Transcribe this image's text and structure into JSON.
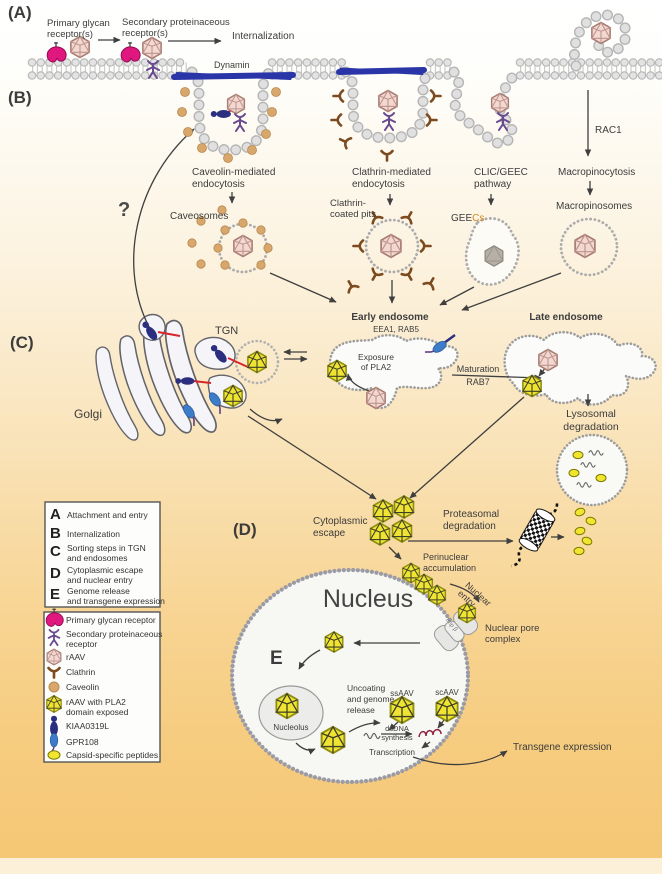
{
  "section_labels": {
    "a": "(A)",
    "b": "(B)",
    "c": "(C)",
    "d": "(D)",
    "e": "E"
  },
  "pathway_a": {
    "primary_receptor": "Primary glycan\nreceptor(s)",
    "secondary_receptor": "Secondary proteinaceous\nreceptor(s)",
    "internalization": "Internalization",
    "dynamin": "Dynamin"
  },
  "pathway_b": {
    "caveolin_endocytosis": "Caveolin-mediated\nendocytosis",
    "caveosomes": "Caveosomes",
    "clathrin_endocytosis": "Clathrin-mediated\nendocytosis",
    "clathrin_pits": "Clathrin-\ncoated pits",
    "clic_geec": "CLIC/GEEC\npathway",
    "geecs_dark": "GEE",
    "geecs_orange": "Cs",
    "rac1": "RAC1",
    "macropinocytosis": "Macropinocytosis",
    "macropinosomes": "Macropinosomes",
    "question_mark": "?"
  },
  "section_c": {
    "tgn": "TGN",
    "golgi": "Golgi",
    "early_endosome": "Early endosome",
    "early_markers": "EEA1, RAB5",
    "exposure_pla2": "Exposure\nof PLA2",
    "maturation": "Maturation",
    "rab7": "RAB7",
    "late_endosome": "Late endosome",
    "lysosomal_degradation": "Lysosomal\ndegradation"
  },
  "section_d": {
    "cytoplasmic_escape": "Cytoplasmic\nescape",
    "proteasomal_degradation": "Proteasomal\ndegradation",
    "perinuclear_accumulation": "Perinuclear\naccumulation",
    "nuclear_entry": "Nuclear\nentry",
    "nuclear_pore_complex": "Nuclear pore\ncomplex",
    "imp": "Imp β"
  },
  "nucleus": {
    "title": "Nucleus",
    "nucleolus": "Nucleolus",
    "uncoating": "Uncoating\nand genome\nrelease",
    "ssaav": "ssAAV",
    "scaav": "scAAV",
    "dsdna_synthesis": "dsDNA\nsynthesis",
    "transcription": "Transcription",
    "transgene_expression": "Transgene expression"
  },
  "legend_steps": {
    "items": [
      {
        "letter": "A",
        "text": "Attachment and entry"
      },
      {
        "letter": "B",
        "text": "Internalization"
      },
      {
        "letter": "C",
        "text": "Sorting steps in TGN\nand endosomes"
      },
      {
        "letter": "D",
        "text": "Cytoplasmic escape\nand nuclear entry"
      },
      {
        "letter": "E",
        "text": "Genome release\nand transgene expression"
      }
    ]
  },
  "legend_symbols": {
    "items": [
      {
        "icon": "primary-glycan-receptor",
        "label": "Primary glycan receptor"
      },
      {
        "icon": "secondary-proteinaceous-receptor",
        "label": "Secondary proteinaceous\nreceptor"
      },
      {
        "icon": "raav",
        "label": "rAAV"
      },
      {
        "icon": "clathrin",
        "label": "Clathrin"
      },
      {
        "icon": "caveolin",
        "label": "Caveolin"
      },
      {
        "icon": "raav-pla2",
        "label": "rAAV with PLA2\ndomain exposed"
      },
      {
        "icon": "kiaa0319l",
        "label": "KIAA0319L"
      },
      {
        "icon": "gpr108",
        "label": "GPR108"
      },
      {
        "icon": "capsid-peptides",
        "label": "Capsid-specific peptides"
      }
    ]
  },
  "colors": {
    "membrane": "#c9c9c9",
    "dynamin": "#2a35a8",
    "virus_pink": "#f3d8d1",
    "virus_yellow": "#efe431",
    "caveolin": "#d7a76c",
    "clathrin": "#7c4a1e",
    "receptor_pink": "#e0177f",
    "receptor_purple": "#6a4a8f",
    "kiaa": "#2c2e80",
    "gpr108": "#3d7cc9",
    "peptide": "#f1e52f",
    "mrna": "#8e2240",
    "arrow": "#3f3f3f"
  }
}
